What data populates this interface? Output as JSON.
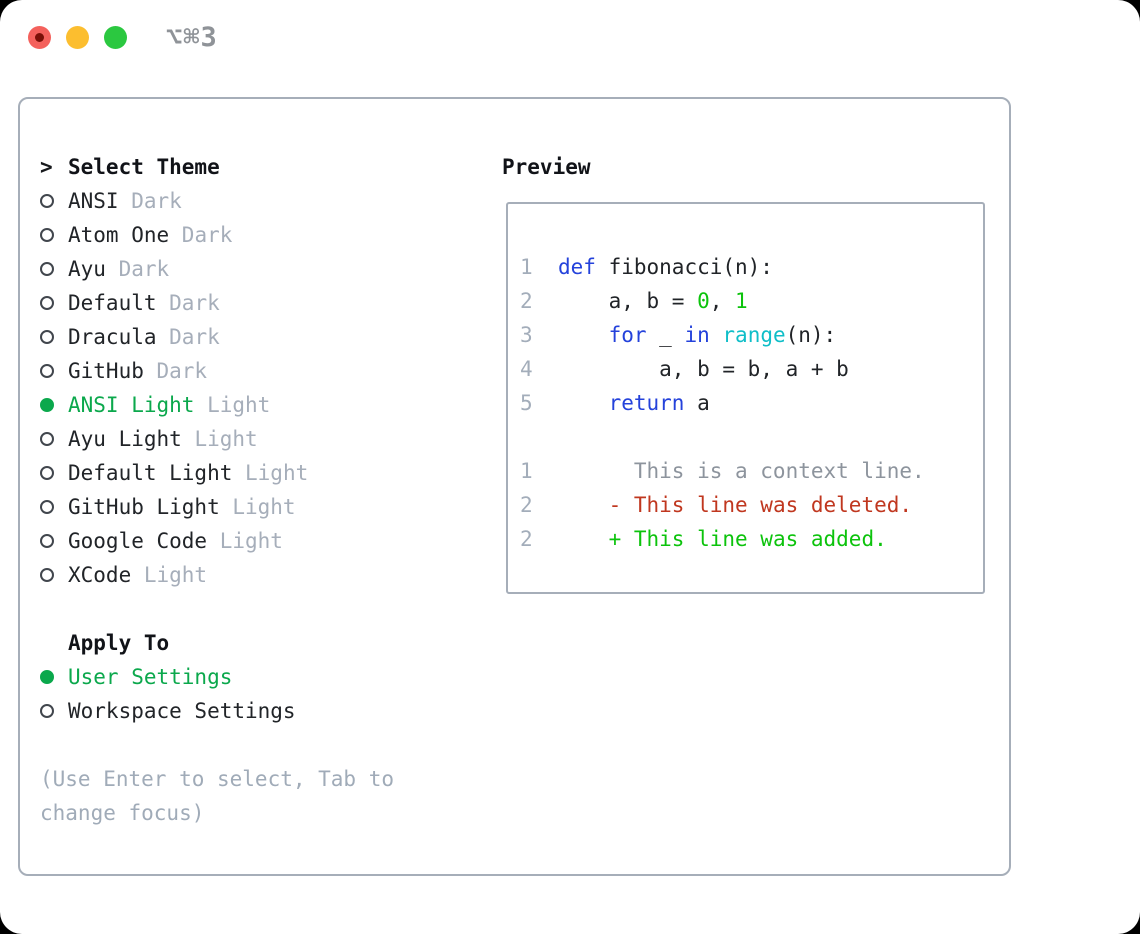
{
  "window": {
    "shortcut_label": "⌥⌘3"
  },
  "colors": {
    "text": "#212428",
    "muted": "#a6aeba",
    "help": "#a0abb8",
    "line_number": "#a3adba",
    "selected_green": "#0ba84c",
    "keyword": "#2442db",
    "builtin": "#0fbec8",
    "literal": "#0cc30c",
    "deleted": "#c0371f",
    "added": "#0cc30c",
    "context": "#8d949d",
    "border": "#a6aeb9",
    "traffic_red": "#f4615c",
    "traffic_yellow": "#fcbe2f",
    "traffic_green": "#2bc840"
  },
  "theme_panel": {
    "header_marker": ">",
    "header_label": "Select Theme",
    "themes": [
      {
        "name": "ANSI",
        "badge": "Dark",
        "selected": false
      },
      {
        "name": "Atom One",
        "badge": "Dark",
        "selected": false
      },
      {
        "name": "Ayu",
        "badge": "Dark",
        "selected": false
      },
      {
        "name": "Default",
        "badge": "Dark",
        "selected": false
      },
      {
        "name": "Dracula",
        "badge": "Dark",
        "selected": false
      },
      {
        "name": "GitHub",
        "badge": "Dark",
        "selected": false
      },
      {
        "name": "ANSI Light",
        "badge": "Light",
        "selected": true
      },
      {
        "name": "Ayu Light",
        "badge": "Light",
        "selected": false
      },
      {
        "name": "Default Light",
        "badge": "Light",
        "selected": false
      },
      {
        "name": "GitHub Light",
        "badge": "Light",
        "selected": false
      },
      {
        "name": "Google Code",
        "badge": "Light",
        "selected": false
      },
      {
        "name": "XCode",
        "badge": "Light",
        "selected": false
      }
    ],
    "apply_to_label": "Apply To",
    "apply_options": [
      {
        "name": "User Settings",
        "selected": true
      },
      {
        "name": "Workspace Settings",
        "selected": false
      }
    ],
    "help": [
      "(Use Enter to select, Tab to",
      "change focus)"
    ]
  },
  "preview": {
    "title": "Preview",
    "code": [
      {
        "num": "1",
        "segs": [
          {
            "t": "def",
            "c": "kw"
          },
          {
            "t": " fibonacci(n):",
            "c": "fg"
          }
        ]
      },
      {
        "num": "2",
        "segs": [
          {
            "t": "    a, b = ",
            "c": "fg"
          },
          {
            "t": "0",
            "c": "lit"
          },
          {
            "t": ", ",
            "c": "fg"
          },
          {
            "t": "1",
            "c": "lit"
          }
        ]
      },
      {
        "num": "3",
        "segs": [
          {
            "t": "    ",
            "c": "fg"
          },
          {
            "t": "for",
            "c": "kw"
          },
          {
            "t": " _ ",
            "c": "fg"
          },
          {
            "t": "in",
            "c": "kw"
          },
          {
            "t": " ",
            "c": "fg"
          },
          {
            "t": "range",
            "c": "fn"
          },
          {
            "t": "(n):",
            "c": "fg"
          }
        ]
      },
      {
        "num": "4",
        "segs": [
          {
            "t": "        a, b = b, a + b",
            "c": "fg"
          }
        ]
      },
      {
        "num": "5",
        "segs": [
          {
            "t": "    ",
            "c": "fg"
          },
          {
            "t": "return",
            "c": "kw"
          },
          {
            "t": " a",
            "c": "fg"
          }
        ]
      }
    ],
    "diff": [
      {
        "num": "1",
        "segs": [
          {
            "t": "      This is a context line.",
            "c": "ctx"
          }
        ]
      },
      {
        "num": "2",
        "segs": [
          {
            "t": "    ",
            "c": "fg"
          },
          {
            "t": "- This line was deleted.",
            "c": "del"
          }
        ]
      },
      {
        "num": "2",
        "segs": [
          {
            "t": "    ",
            "c": "fg"
          },
          {
            "t": "+ This line was added.",
            "c": "add"
          }
        ]
      }
    ]
  }
}
